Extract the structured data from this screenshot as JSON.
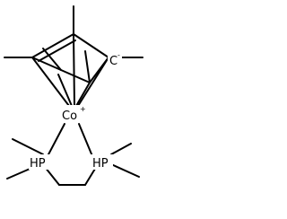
{
  "molecule": {
    "atoms": {
      "cobalt": {
        "symbol": "Co",
        "charge": "+"
      },
      "carbanion": {
        "symbol": "C",
        "charge": "-"
      },
      "phosphorus_left": {
        "symbol": "HP"
      },
      "phosphorus_right": {
        "symbol": "HP"
      }
    },
    "colors": {
      "ink": "#000000",
      "background": "#ffffff"
    }
  }
}
